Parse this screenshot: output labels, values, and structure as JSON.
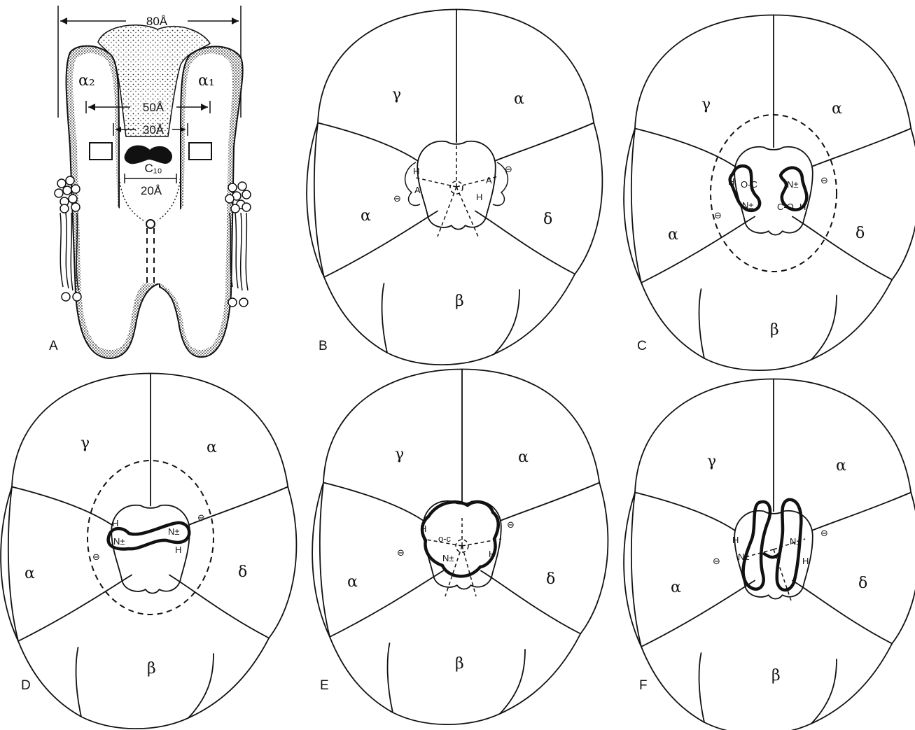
{
  "panel_a": {
    "label": "A",
    "dim_80": "80Å",
    "dim_50": "50Å",
    "dim_30": "30Å",
    "dim_20": "20Å",
    "sub_a2": "α₂",
    "sub_a1": "α₁",
    "channel": "C₁₀"
  },
  "panels": [
    {
      "label": "B",
      "gamma": "γ",
      "alpha_top": "α",
      "alpha_left": "α",
      "delta": "δ",
      "beta": "β"
    },
    {
      "label": "C",
      "gamma": "γ",
      "alpha_top": "α",
      "alpha_left": "α",
      "delta": "δ",
      "beta": "β"
    },
    {
      "label": "D",
      "gamma": "γ",
      "alpha_top": "α",
      "alpha_left": "α",
      "delta": "δ",
      "beta": "β"
    },
    {
      "label": "E",
      "gamma": "γ",
      "alpha_top": "α",
      "alpha_left": "α",
      "delta": "δ",
      "beta": "β"
    },
    {
      "label": "F",
      "gamma": "γ",
      "alpha_top": "α",
      "alpha_left": "α",
      "delta": "δ",
      "beta": "β"
    }
  ],
  "site_labels": {
    "h": "H",
    "a": "A",
    "minus": "⊖",
    "n_plus": "N±",
    "o_c": "O-C",
    "c_o": "C-O",
    "o_c_lower": "o-c"
  }
}
